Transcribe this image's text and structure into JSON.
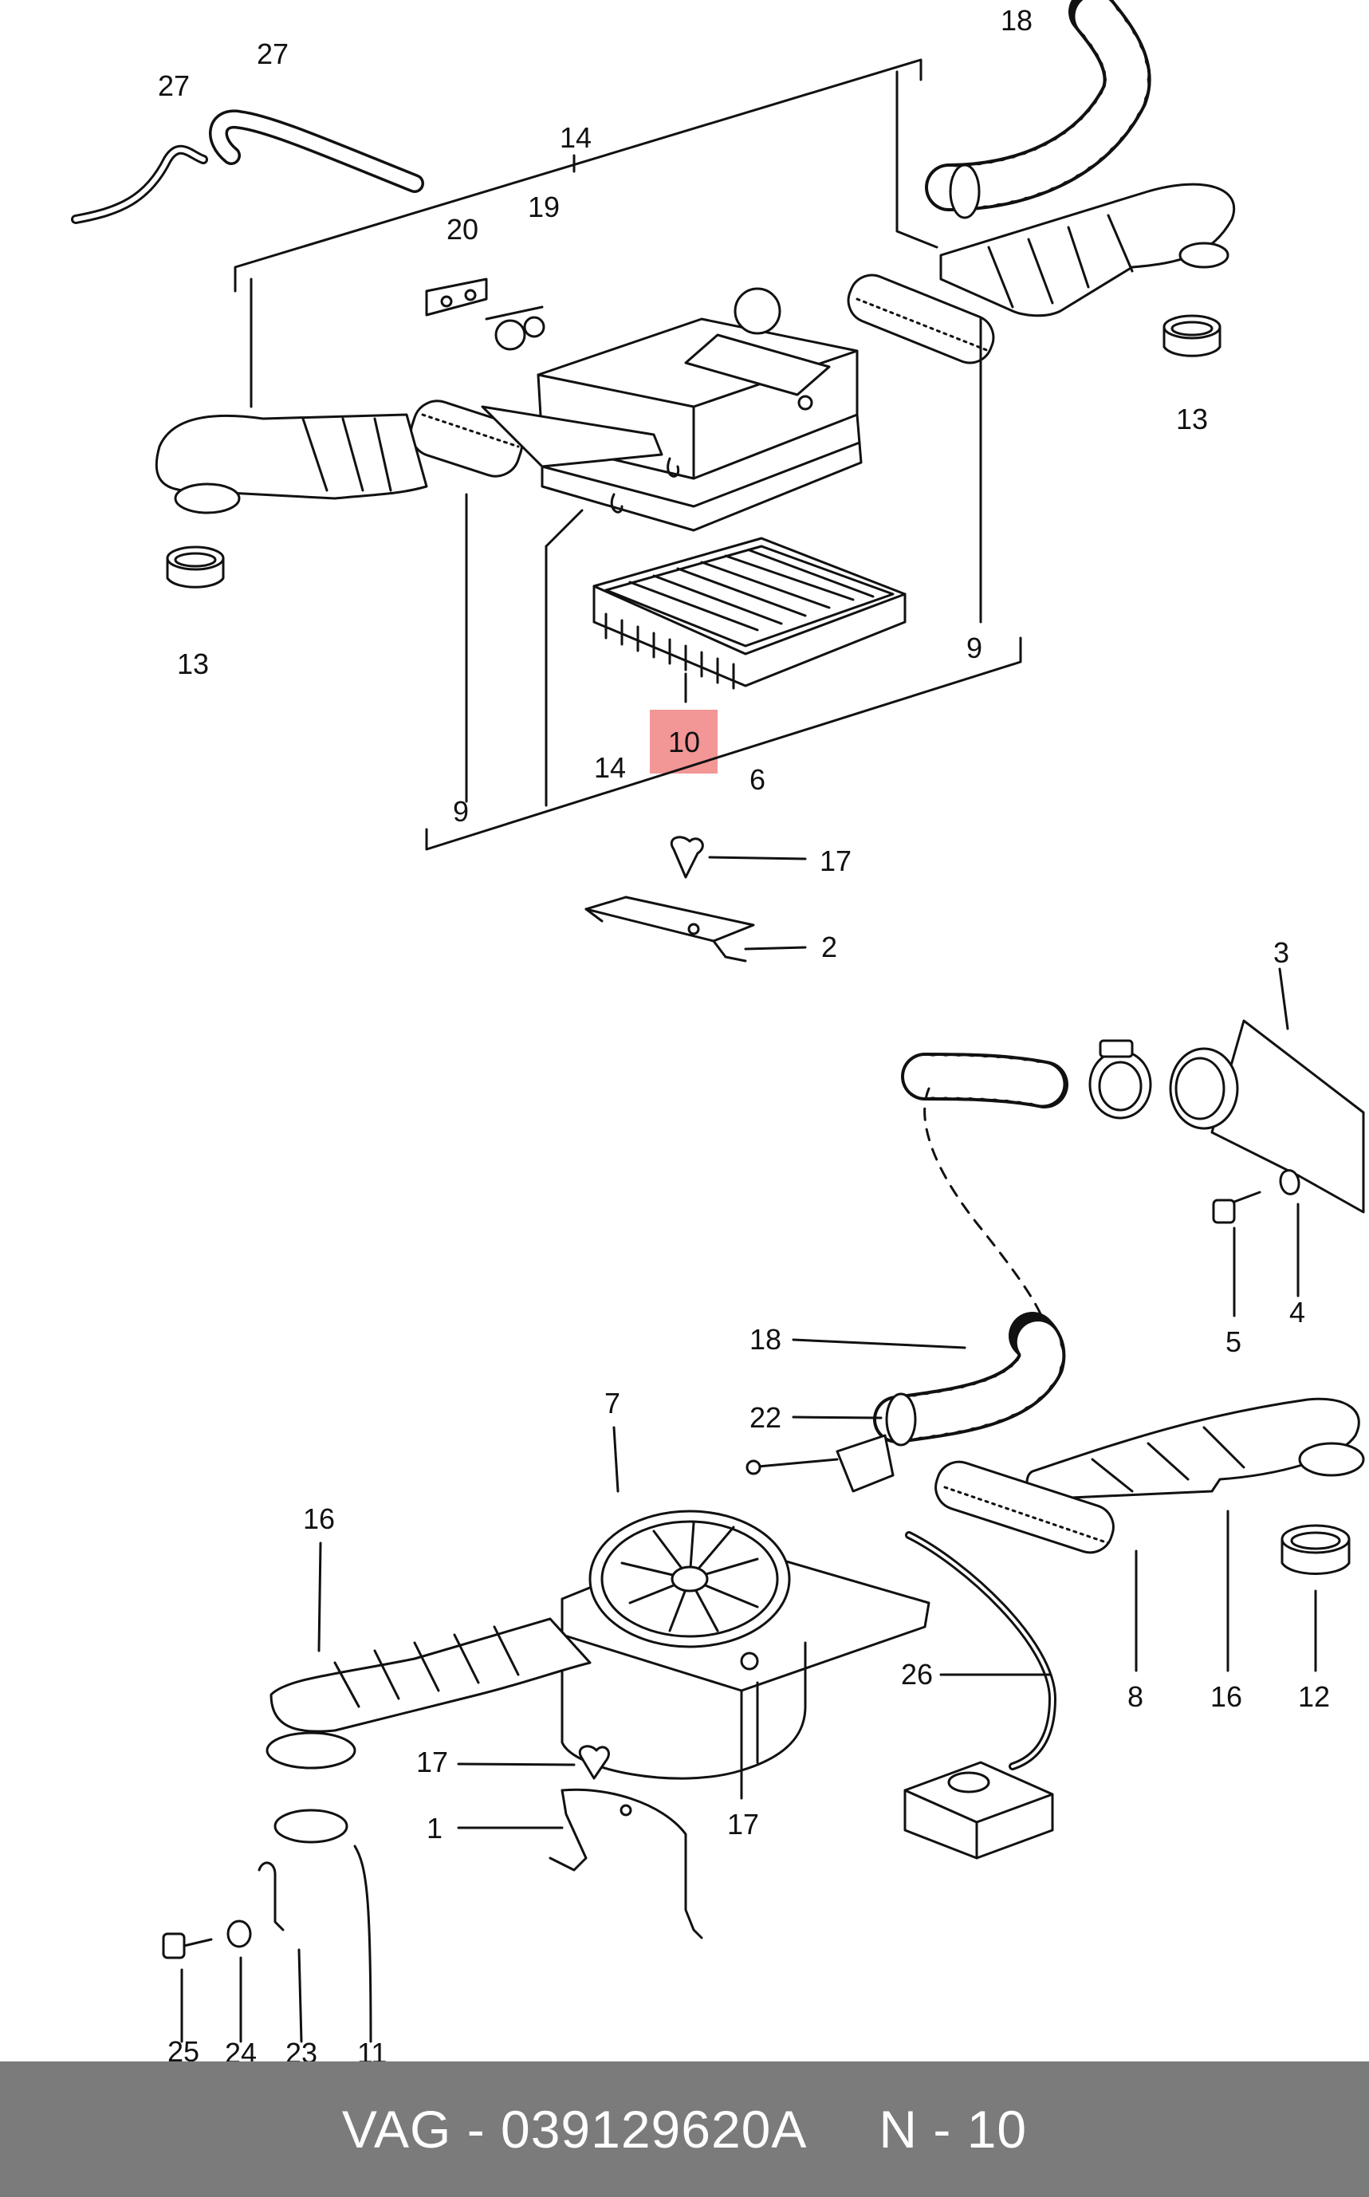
{
  "colors": {
    "highlight": "#f28b8b",
    "footer_bg": "#7b7b7b",
    "footer_text": "#ffffff",
    "line": "#111111"
  },
  "highlighted_part": "10",
  "labels": {
    "p27a": "27",
    "p27b": "27",
    "p14a": "14",
    "p18a": "18",
    "p20": "20",
    "p19": "19",
    "p13a": "13",
    "p13b": "13",
    "p9a": "9",
    "p9b": "9",
    "p10": "10",
    "p14b": "14",
    "p6": "6",
    "p17a": "17",
    "p2": "2",
    "p3": "3",
    "p4": "4",
    "p5": "5",
    "p18b": "18",
    "p22": "22",
    "p7": "7",
    "p16a": "16",
    "p26": "26",
    "p8": "8",
    "p16b": "16",
    "p12": "12",
    "p17b": "17",
    "p17c": "17",
    "p1": "1",
    "p11": "11",
    "p25": "25",
    "p24": "24",
    "p23": "23"
  },
  "footer": {
    "part_number": "VAG - 039129620A",
    "page_ref": "N - 10"
  }
}
